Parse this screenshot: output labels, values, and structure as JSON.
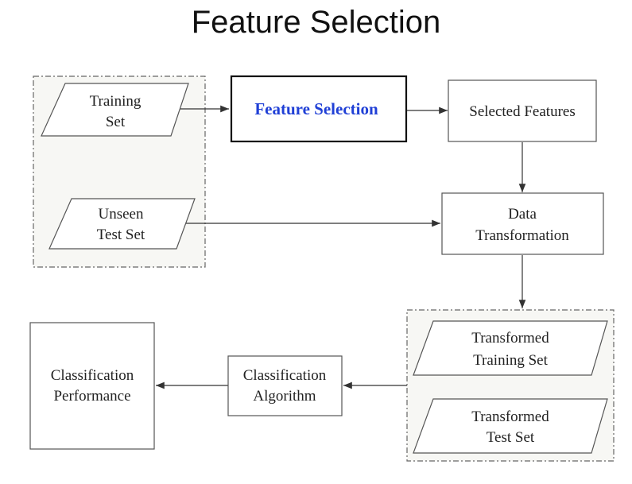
{
  "title": "Feature Selection",
  "nodes": {
    "training_set": [
      "Training",
      "Set"
    ],
    "feature_selection": [
      "Feature Selection"
    ],
    "selected_features": [
      "Selected Features"
    ],
    "unseen_test_set": [
      "Unseen",
      "Test Set"
    ],
    "data_transformation": [
      "Data",
      "Transformation"
    ],
    "transformed_training_set": [
      "Transformed",
      "Training Set"
    ],
    "transformed_test_set": [
      "Transformed",
      "Test Set"
    ],
    "classification_algorithm": [
      "Classification",
      "Algorithm"
    ],
    "classification_performance": [
      "Classification",
      "Performance"
    ]
  },
  "colors": {
    "highlight_text": "#1f3fd6",
    "group_fill": "#f7f7f4"
  }
}
